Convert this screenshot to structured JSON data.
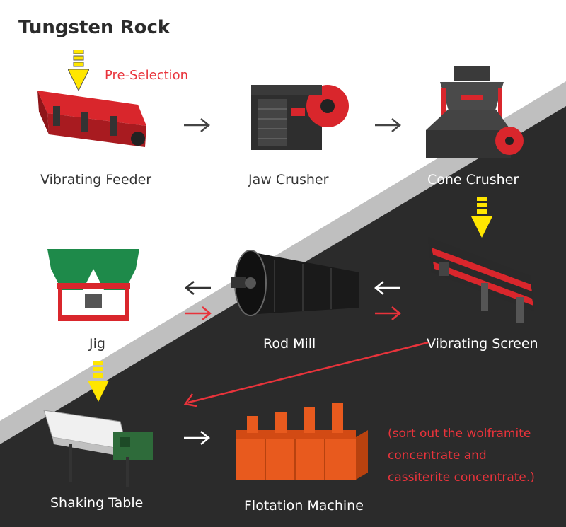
{
  "title": "Tungsten Rock",
  "pre_selection": "Pre-Selection",
  "stages": {
    "vibrating_feeder": "Vibrating Feeder",
    "jaw_crusher": "Jaw Crusher",
    "cone_crusher": "Cone Crusher",
    "vibrating_screen": "Vibrating Screen",
    "rod_mill": "Rod Mill",
    "jig": "Jig",
    "shaking_table": "Shaking Table",
    "flotation_machine": "Flotation Machine"
  },
  "note": {
    "line1": "(sort out the wolframite",
    "line2": "concentrate  and",
    "line3": "cassiterite concentrate.)"
  },
  "colors": {
    "accent_red": "#e8333b",
    "machine_red": "#d9262c",
    "arrow_yellow": "#ffe600",
    "dark_bg": "#2b2b2b",
    "mid_band": "#bdbdbd"
  }
}
